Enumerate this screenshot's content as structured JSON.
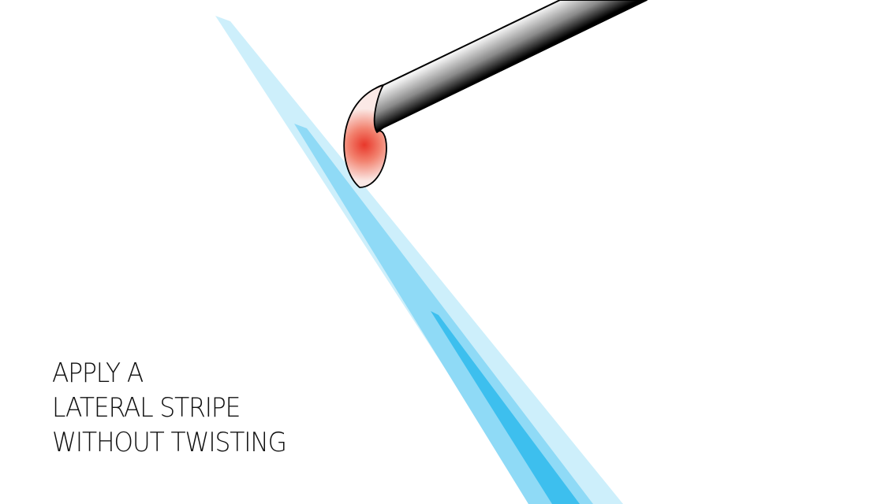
{
  "caption": {
    "lines": [
      "APPLY A",
      "LATERAL STRIPE",
      "WITHOUT TWISTING"
    ]
  },
  "icons": {
    "tool": "applicator-pen-icon",
    "lure": "blue-bait-strip-icon"
  },
  "colors": {
    "background": "#ffffff",
    "text": "#111111",
    "strip_outer": "#cdeffb",
    "strip_middle": "#8fdaf6",
    "strip_inner": "#3dbfee",
    "tip_red": "#e8372a",
    "tip_light": "#fbe9e6",
    "tube_dark": "#000000",
    "tube_light": "#ffffff"
  }
}
